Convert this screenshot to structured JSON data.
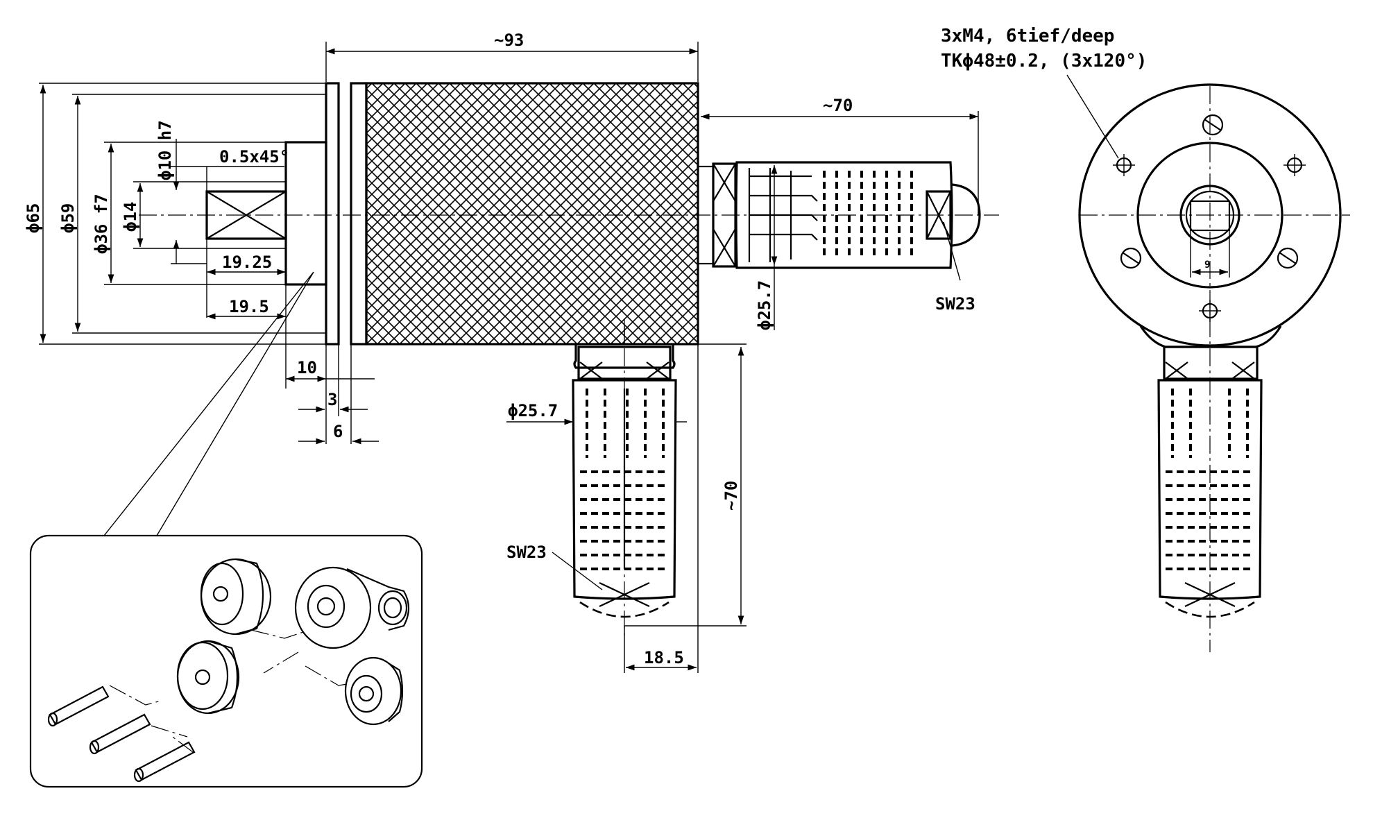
{
  "dimensions": {
    "len_body": "~93",
    "len_connector_side": "~70",
    "len_connector_bottom": "~70",
    "d65": "ϕ65",
    "d59": "ϕ59",
    "d36": "ϕ36 f7",
    "d14": "ϕ14",
    "d10": "ϕ10 h7",
    "chamfer": "0.5x45°",
    "shaft_1925": "19.25",
    "shaft_195": "19.5",
    "flange_10": "10",
    "flange_3": "3",
    "flange_6": "6",
    "conn_d_side": "ϕ25.7",
    "conn_d_bottom": "ϕ25.7",
    "sw_side": "SW23",
    "sw_bottom": "SW23",
    "offset_185": "18.5",
    "slot_9": "9",
    "note_line1": "3xM4, 6tief/deep",
    "note_line2": "TKϕ48±0.2, (3x120°)"
  }
}
